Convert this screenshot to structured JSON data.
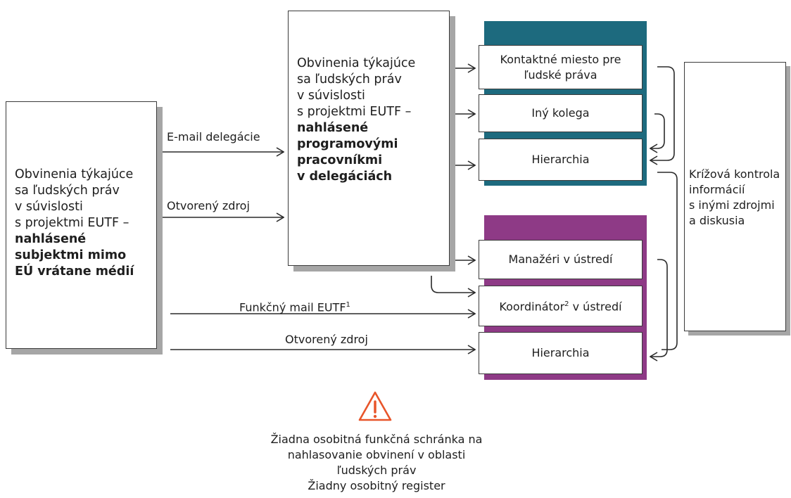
{
  "left_box": {
    "lines": [
      "Obvinenia týkajúce",
      "sa ľudských práv",
      "v súvislosti",
      "s projektmi EUTF –"
    ],
    "bold_lines": [
      "nahlásené",
      "subjektmi mimo",
      "EÚ vrátane médií"
    ]
  },
  "center_box": {
    "lines": [
      "Obvinenia týkajúce",
      "sa ľudských práv",
      "v súvislosti",
      "s projektmi EUTF –"
    ],
    "bold_lines": [
      "nahlásené",
      "programovými",
      "pracovníkmi",
      "v delegáciách"
    ]
  },
  "arrows": {
    "email_delegation": "E-mail delegácie",
    "open_source_1": "Otvorený zdroj",
    "functional_mail": "Funkčný mail EUTF",
    "functional_mail_sup": "1",
    "open_source_2": "Otvorený zdroj"
  },
  "delegation_group": {
    "color": "#1d6a7e",
    "items": [
      "Kontaktné miesto pre ľudské práva",
      "Iný kolega",
      "Hierarchia"
    ]
  },
  "hq_group": {
    "color": "#8e3a86",
    "items": [
      {
        "text": "Manažéri v ústredí"
      },
      {
        "text": "Koordinátor",
        "sup": "2",
        "rest": " v ústredí"
      },
      {
        "text": "Hierarchia"
      }
    ]
  },
  "right_box": {
    "lines": [
      "Krížová kontrola",
      "informácií",
      "s inými zdrojmi",
      "a diskusia"
    ]
  },
  "warning": {
    "icon_color": "#e8552a",
    "lines": [
      "Žiadna osobitná funkčná schránka na",
      "nahlasovanie obvinení v oblasti",
      "ľudských práv",
      "Žiadny osobitný register"
    ]
  }
}
